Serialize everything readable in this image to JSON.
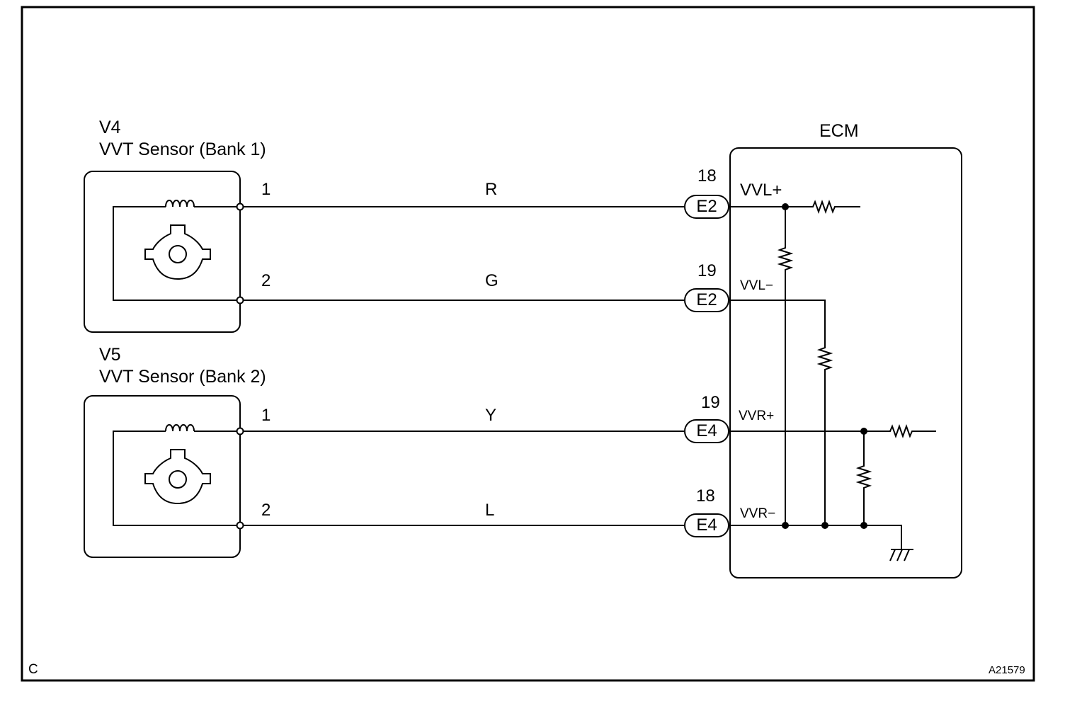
{
  "sensors": [
    {
      "id": "V4",
      "name": "VVT Sensor (Bank 1)",
      "pins": [
        {
          "pin": "1",
          "wire": "R"
        },
        {
          "pin": "2",
          "wire": "G"
        }
      ]
    },
    {
      "id": "V5",
      "name": "VVT Sensor (Bank 2)",
      "pins": [
        {
          "pin": "1",
          "wire": "Y"
        },
        {
          "pin": "2",
          "wire": "L"
        }
      ]
    }
  ],
  "ecm": {
    "title": "ECM",
    "terminals": [
      {
        "number": "18",
        "connector": "E2",
        "signal": "VVL+"
      },
      {
        "number": "19",
        "connector": "E2",
        "signal": "VVL−"
      },
      {
        "number": "19",
        "connector": "E4",
        "signal": "VVR+"
      },
      {
        "number": "18",
        "connector": "E4",
        "signal": "VVR−"
      }
    ]
  },
  "footer": {
    "corner_left": "C",
    "figure_code": "A21579"
  }
}
